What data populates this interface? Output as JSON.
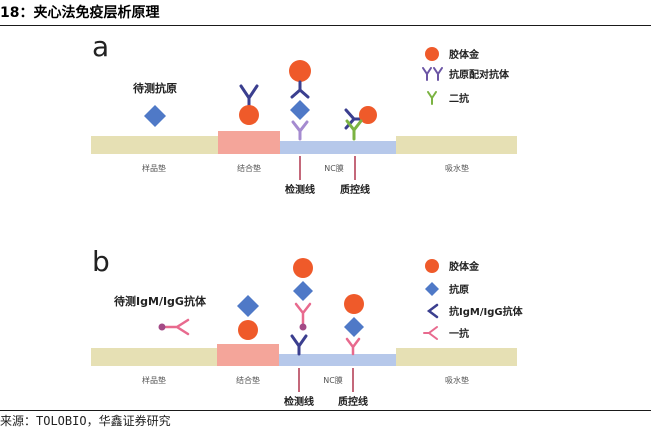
{
  "figure": {
    "title": "18：夹心法免疫层析原理",
    "source": "来源：TOLOBIO，华鑫证券研究"
  },
  "panel_a": {
    "letter": "a",
    "antigen_label": "待测抗原",
    "pads": {
      "sample": "样品垫",
      "conjugate": "结合垫",
      "membrane": "NC膜",
      "absorbent": "吸水垫"
    },
    "lines": {
      "test": "检测线",
      "control": "质控线"
    },
    "legend": [
      {
        "label": "胶体金",
        "icon": "gold-particle"
      },
      {
        "label": "抗原配对抗体",
        "icon": "paired-antibody"
      },
      {
        "label": "二抗",
        "icon": "secondary-antibody"
      }
    ]
  },
  "panel_b": {
    "letter": "b",
    "antibody_label": "待测IgM/IgG抗体",
    "pads": {
      "sample": "样品垫",
      "conjugate": "结合垫",
      "membrane": "NC膜",
      "absorbent": "吸水垫"
    },
    "lines": {
      "test": "检测线",
      "control": "质控线"
    },
    "legend": [
      {
        "label": "胶体金",
        "icon": "gold-particle"
      },
      {
        "label": "抗原",
        "icon": "antigen"
      },
      {
        "label": "抗IgM/IgG抗体",
        "icon": "anti-igm-igg-antibody"
      },
      {
        "label": "一抗",
        "icon": "primary-antibody"
      }
    ]
  },
  "colors": {
    "gold": "#ef5a2a",
    "antigen": "#4f79c7",
    "paired_antibody": "#6b55a5",
    "secondary_antibody": "#7bb342",
    "primary_antibody": "#e86a8e",
    "anti_antibody": "#3b3f8f",
    "pad": "#e6e0b4",
    "conjugate_pad": "#f4a59a",
    "membrane": "#b6c8ea",
    "line_mark": "#b0364e"
  }
}
